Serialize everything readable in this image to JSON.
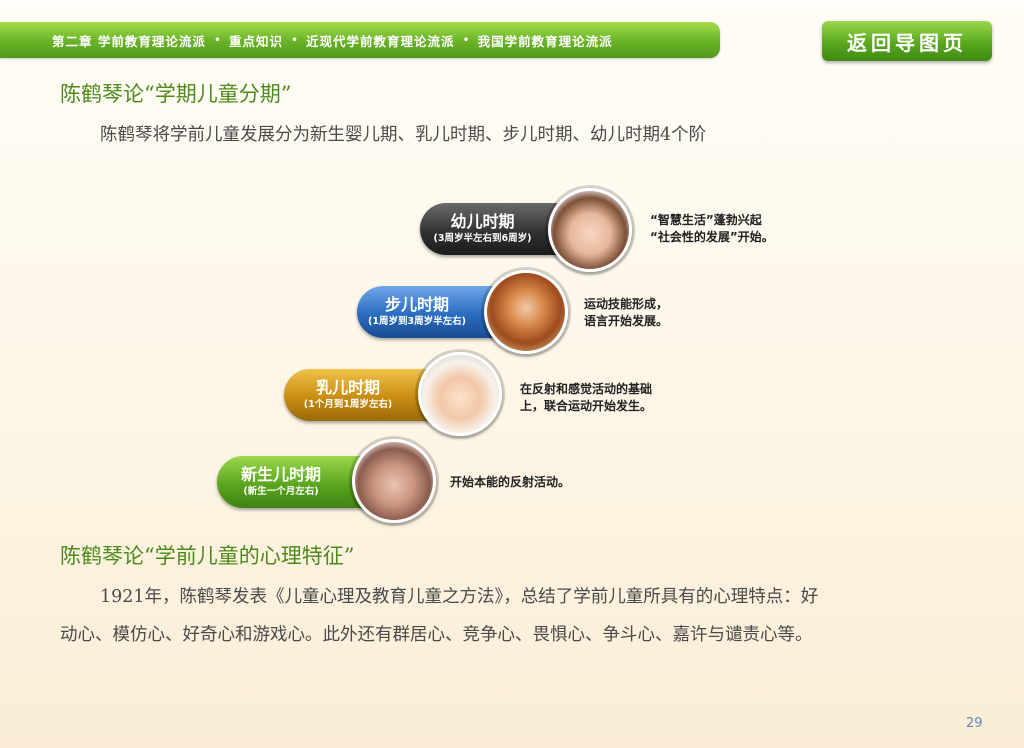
{
  "nav": {
    "crumbs": [
      "第二章 学前教育理论流派",
      "重点知识",
      "近现代学前教育理论流派",
      "我国学前教育理论流派"
    ],
    "separator": "•",
    "back_label": "返回导图页"
  },
  "section1": {
    "title": "陈鹤琴论“学期儿童分期”",
    "text": "陈鹤琴将学前儿童发展分为新生婴儿期、乳儿时期、步儿时期、幼儿时期4个阶"
  },
  "stages": [
    {
      "name": "幼儿时期",
      "range": "(3周岁半左右到6周岁)",
      "desc_lines": [
        "“智慧生活”蓬勃兴起",
        "“社会性的发展”开始。"
      ],
      "color": "#3a3a3a"
    },
    {
      "name": "步儿时期",
      "range": "(1周岁到3周岁半左右)",
      "desc_lines": [
        "运动技能形成，",
        "语言开始发展。"
      ],
      "color": "#1f5fb0"
    },
    {
      "name": "乳儿时期",
      "range": "(1个月到1周岁左右)",
      "desc_lines": [
        "在反射和感觉活动的基础",
        "上，联合运动开始发生。"
      ],
      "color": "#c48b14"
    },
    {
      "name": "新生儿时期",
      "range": "(新生一个月左右)",
      "desc_lines": [
        "开始本能的反射活动。"
      ],
      "color": "#4fa11d"
    }
  ],
  "section2": {
    "title": "陈鹤琴论“学前儿童的心理特征”",
    "line1": "1921年，陈鹤琴发表《儿童心理及教育儿童之方法》，总结了学前儿童所具有的心理特点：好",
    "line2": "动心、模仿心、好奇心和游戏心。此外还有群居心、竞争心、畏惧心、争斗心、嘉许与谴责心等。"
  },
  "page_number": "29"
}
